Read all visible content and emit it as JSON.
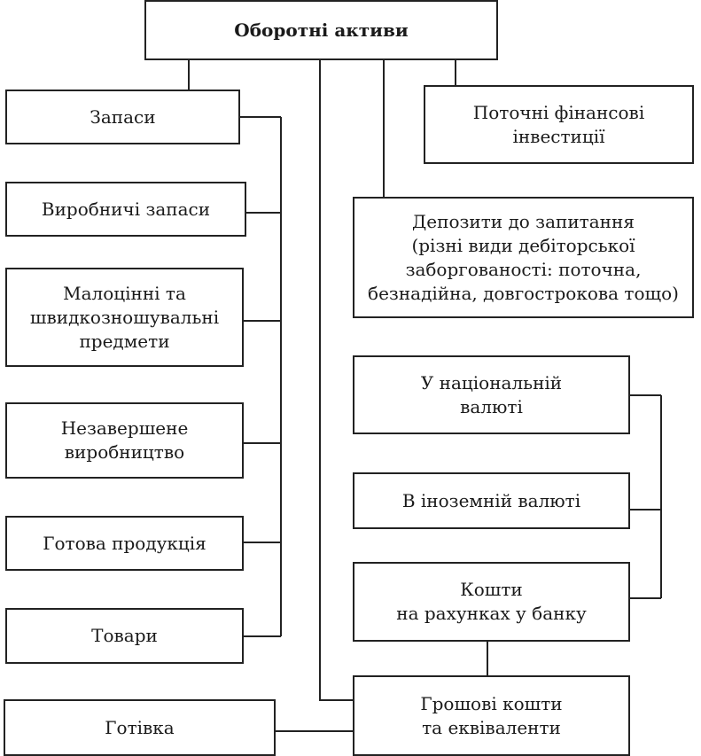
{
  "diagram": {
    "root": "Оборотні активи",
    "inventories": "Запаси",
    "production_stocks": "Виробничі запаси",
    "low_value_items": "Малоцінні та\nшвидкозношувальні\nпредмети",
    "work_in_progress": "Незавершене\nвиробництво",
    "finished_goods": "Готова продукція",
    "goods": "Товари",
    "cash_on_hand": "Готівка",
    "current_investments": "Поточні фінансові\nінвестиції",
    "deposits": "Депозити до запитання\n(різні види дебіторської\nзаборгованості: поточна,\nбезнадійна, довгострокова тощо)",
    "national_currency": "У національній\nвалюті",
    "foreign_currency": "В іноземній валюті",
    "bank_accounts": "Кошти\nна рахунках у банку",
    "cash_equivalents": "Грошові кошти\nта еквіваленти"
  }
}
